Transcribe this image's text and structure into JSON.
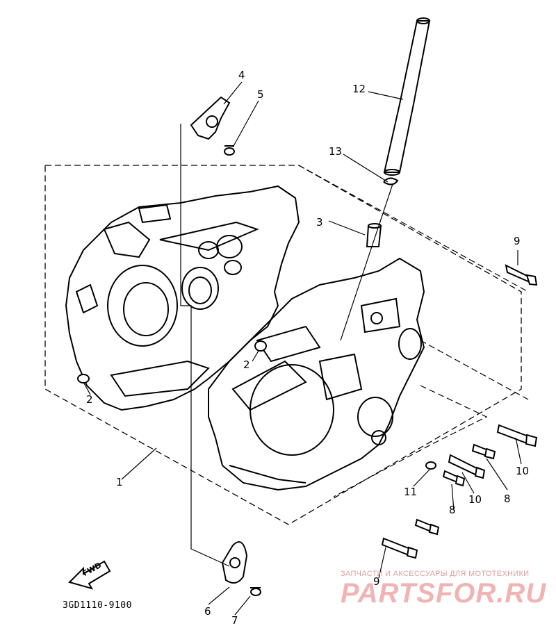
{
  "callouts": [
    {
      "id": "1",
      "label": "1"
    },
    {
      "id": "2a",
      "label": "2"
    },
    {
      "id": "2b",
      "label": "2"
    },
    {
      "id": "3",
      "label": "3"
    },
    {
      "id": "4",
      "label": "4"
    },
    {
      "id": "5",
      "label": "5"
    },
    {
      "id": "6",
      "label": "6"
    },
    {
      "id": "7",
      "label": "7"
    },
    {
      "id": "8a",
      "label": "8"
    },
    {
      "id": "8b",
      "label": "8"
    },
    {
      "id": "9a",
      "label": "9"
    },
    {
      "id": "9b",
      "label": "9"
    },
    {
      "id": "10a",
      "label": "10"
    },
    {
      "id": "10b",
      "label": "10"
    },
    {
      "id": "11",
      "label": "11"
    },
    {
      "id": "12",
      "label": "12"
    },
    {
      "id": "13",
      "label": "13"
    }
  ],
  "fwd_label": "FWD",
  "diagram_code": "3GD1110-9100",
  "watermark": {
    "tagline": "ЗАПЧАСТИ И АКСЕССУАРЫ ДЛЯ МОТОТЕХНИКИ",
    "logo": "PARTSFOR.RU",
    "color": "#f0b4b4"
  }
}
